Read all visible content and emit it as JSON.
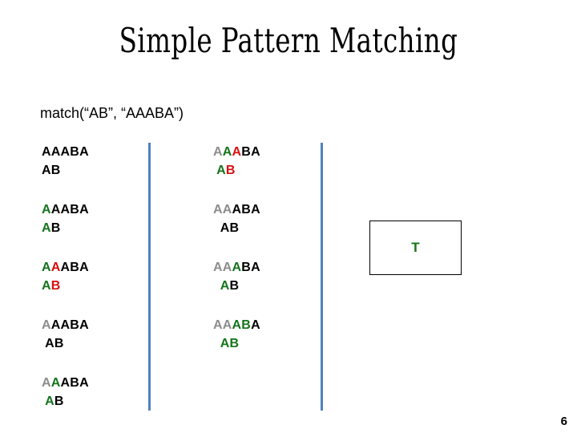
{
  "slide": {
    "title": "Simple Pattern Matching",
    "subtitle": "match(“AB”, “AAABA”)",
    "page_number": "6"
  },
  "colors": {
    "matched": "#14741b",
    "mismatch": "#d80f0f",
    "consumed": "#8c8c8c",
    "pending": "#000000",
    "divider": "#4f81bd"
  },
  "result": {
    "label": "T"
  },
  "columns": [
    {
      "name": "left",
      "rows": [
        {
          "text_line": [
            {
              "text": "A",
              "color": "black"
            },
            {
              "text": "A",
              "color": "black"
            },
            {
              "text": "A",
              "color": "black"
            },
            {
              "text": "B",
              "color": "black"
            },
            {
              "text": "A",
              "color": "black"
            }
          ],
          "pattern_line": [
            {
              "text": "A",
              "color": "black"
            },
            {
              "text": "B",
              "color": "black"
            }
          ]
        },
        {
          "text_line": [
            {
              "text": "A",
              "color": "green"
            },
            {
              "text": "A",
              "color": "black"
            },
            {
              "text": "A",
              "color": "black"
            },
            {
              "text": "B",
              "color": "black"
            },
            {
              "text": "A",
              "color": "black"
            }
          ],
          "pattern_line": [
            {
              "text": "A",
              "color": "green"
            },
            {
              "text": "B",
              "color": "black"
            }
          ]
        },
        {
          "text_line": [
            {
              "text": "A",
              "color": "green"
            },
            {
              "text": "A",
              "color": "red"
            },
            {
              "text": "A",
              "color": "black"
            },
            {
              "text": "B",
              "color": "black"
            },
            {
              "text": "A",
              "color": "black"
            }
          ],
          "pattern_line": [
            {
              "text": "A",
              "color": "green"
            },
            {
              "text": "B",
              "color": "red"
            }
          ]
        },
        {
          "text_line": [
            {
              "text": "A",
              "color": "gray"
            },
            {
              "text": "A",
              "color": "black"
            },
            {
              "text": "A",
              "color": "black"
            },
            {
              "text": "B",
              "color": "black"
            },
            {
              "text": "A",
              "color": "black"
            }
          ],
          "pattern_line": [
            {
              "text": " ",
              "color": "black"
            },
            {
              "text": "A",
              "color": "black"
            },
            {
              "text": "B",
              "color": "black"
            }
          ]
        },
        {
          "text_line": [
            {
              "text": "A",
              "color": "gray"
            },
            {
              "text": "A",
              "color": "green"
            },
            {
              "text": "A",
              "color": "black"
            },
            {
              "text": "B",
              "color": "black"
            },
            {
              "text": "A",
              "color": "black"
            }
          ],
          "pattern_line": [
            {
              "text": " ",
              "color": "black"
            },
            {
              "text": "A",
              "color": "green"
            },
            {
              "text": "B",
              "color": "black"
            }
          ]
        }
      ]
    },
    {
      "name": "right",
      "rows": [
        {
          "text_line": [
            {
              "text": "A",
              "color": "gray"
            },
            {
              "text": "A",
              "color": "green"
            },
            {
              "text": "A",
              "color": "red"
            },
            {
              "text": "B",
              "color": "black"
            },
            {
              "text": "A",
              "color": "black"
            }
          ],
          "pattern_line": [
            {
              "text": " ",
              "color": "black"
            },
            {
              "text": "A",
              "color": "green"
            },
            {
              "text": "B",
              "color": "red"
            }
          ]
        },
        {
          "text_line": [
            {
              "text": "A",
              "color": "gray"
            },
            {
              "text": "A",
              "color": "gray"
            },
            {
              "text": "A",
              "color": "black"
            },
            {
              "text": "B",
              "color": "black"
            },
            {
              "text": "A",
              "color": "black"
            }
          ],
          "pattern_line": [
            {
              "text": "  ",
              "color": "black"
            },
            {
              "text": "A",
              "color": "black"
            },
            {
              "text": "B",
              "color": "black"
            }
          ]
        },
        {
          "text_line": [
            {
              "text": "A",
              "color": "gray"
            },
            {
              "text": "A",
              "color": "gray"
            },
            {
              "text": "A",
              "color": "green"
            },
            {
              "text": "B",
              "color": "black"
            },
            {
              "text": "A",
              "color": "black"
            }
          ],
          "pattern_line": [
            {
              "text": "  ",
              "color": "black"
            },
            {
              "text": "A",
              "color": "green"
            },
            {
              "text": "B",
              "color": "black"
            }
          ]
        },
        {
          "text_line": [
            {
              "text": "A",
              "color": "gray"
            },
            {
              "text": "A",
              "color": "gray"
            },
            {
              "text": "A",
              "color": "green"
            },
            {
              "text": "B",
              "color": "green"
            },
            {
              "text": "A",
              "color": "black"
            }
          ],
          "pattern_line": [
            {
              "text": "  ",
              "color": "black"
            },
            {
              "text": "A",
              "color": "green"
            },
            {
              "text": "B",
              "color": "green"
            }
          ]
        }
      ]
    }
  ]
}
